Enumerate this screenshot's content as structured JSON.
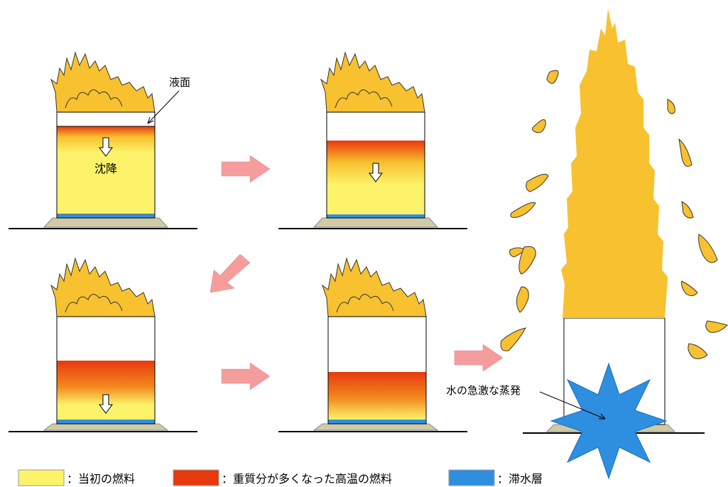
{
  "labels": {
    "liquid_surface": "液面",
    "sinking": "沈降",
    "rapid_evaporation": "水の急激な蒸発"
  },
  "legend": [
    {
      "swatch": "initial-fuel",
      "color": "#fdf36a",
      "text": "：当初の燃料"
    },
    {
      "swatch": "hot-heavy-fuel",
      "color": "#e8390e",
      "text": "：重質分が多くなった高温の燃料"
    },
    {
      "swatch": "water-layer",
      "color": "#2e8fe0",
      "text": "：滞水層"
    }
  ],
  "colors": {
    "flame": "#f7c12f",
    "flame_outline": "#333333",
    "fuel_yellow": "#fdf36a",
    "hot_layer": "#e8390e",
    "water": "#2e8fe0",
    "base": "#cfcaa8",
    "arrow": "#f59c9c",
    "starburst": "#2e8fe0"
  },
  "icons": {
    "flow_arrow": "block-arrow-icon",
    "sink_arrow": "down-arrow-icon",
    "explosion": "starburst-icon"
  }
}
